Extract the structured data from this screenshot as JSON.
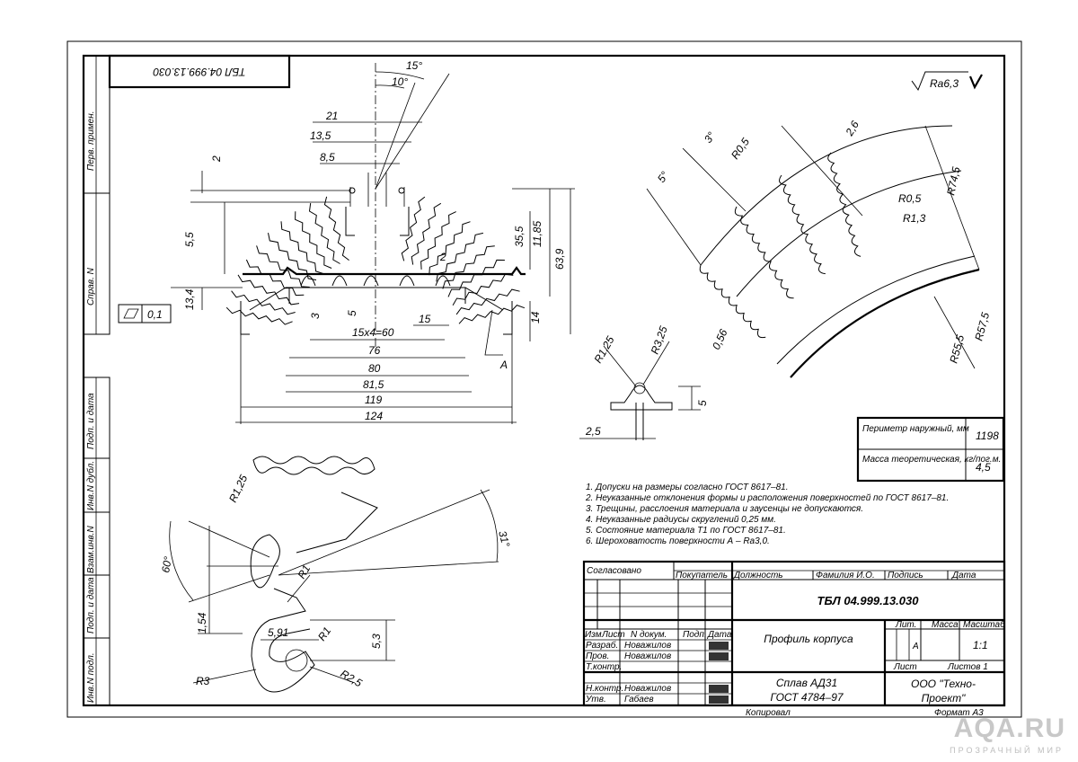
{
  "drawing_number_top": "ТБЛ 04.999.13.030",
  "roughness_symbol": "Ra6,3",
  "left_strip": {
    "top_labels": [
      "Перв. примен.",
      "Справ. N"
    ],
    "bottom_labels": [
      "Подп. и дата",
      "Инв.N дубл.",
      "Взам.инв.N",
      "Подп. и дата",
      "Инв.N подл."
    ]
  },
  "flatness_tolerance": "0,1",
  "main_view_dims": {
    "top_angles": [
      "15°",
      "10°"
    ],
    "top_widths": [
      "21",
      "13,5",
      "8,5"
    ],
    "left_heights": [
      "2",
      "5,5",
      "13,4",
      "3",
      "5"
    ],
    "right_heights": [
      "35,5",
      "11,85",
      "63,9",
      "2",
      "14"
    ],
    "inner": [
      "15",
      "15x4=60"
    ],
    "bottom_widths": [
      "76",
      "80",
      "81,5",
      "119",
      "124"
    ],
    "leader_a": "A"
  },
  "fin_detail_dims": [
    "5°",
    "3°",
    "R0,5",
    "2,6",
    "R74,5",
    "R0,5",
    "R1,3",
    "0,56",
    "R57,5",
    "R55,5"
  ],
  "slot_detail_dims": [
    "R1,25",
    "R3,25",
    "5",
    "2,5"
  ],
  "mass_table": {
    "rows": [
      {
        "label": "Периметр наружный, мм",
        "value": "1198"
      },
      {
        "label": "Масса теоретическая, кг/пог.м.",
        "value": "4,5"
      }
    ]
  },
  "notes": [
    "1. Допуски на размеры согласно ГОСТ 8617–81.",
    "2. Неуказанные отклонения формы и расположения поверхностей по ГОСТ 8617–81.",
    "3. Трещины, расслоения материала и заусенцы не допускаются.",
    "4. Неуказанные радиусы скруглений 0,25 мм.",
    "5. Состояние материала Т1 по ГОСТ 8617–81.",
    "6. Шероховатость поверхности А – Ra3,0."
  ],
  "enlarged_detail_dims": [
    "R1,25",
    "31°",
    "60°",
    "R1",
    "1,54",
    "5,91",
    "R1",
    "5,3",
    "R3",
    "R2,5"
  ],
  "title_block": {
    "agreed": "Согласовано",
    "top_header": [
      "Покупатель",
      "Должность",
      "Фамилия И.О.",
      "Подпись",
      "Дата"
    ],
    "designation": "ТБЛ 04.999.13.030",
    "name": "Профиль корпуса",
    "material_line1": "Сплав АД31",
    "material_line2": "ГОСТ 4784–97",
    "company_line1": "ООО \"Техно-",
    "company_line2": "Проект\"",
    "col_headers": [
      "Изм",
      "Лист",
      "N докум.",
      "Подп.",
      "Дата"
    ],
    "roles": [
      {
        "role": "Разраб.",
        "name": "Новажилов"
      },
      {
        "role": "Пров.",
        "name": "Новажилов"
      },
      {
        "role": "Т.контр.",
        "name": ""
      },
      {
        "role": "Н.контр.",
        "name": "Новажилов"
      },
      {
        "role": "Утв.",
        "name": "Габаев"
      }
    ],
    "lit": "Лит.",
    "mass": "Масса",
    "scale": "Масштаб",
    "lit_value": "А",
    "scale_value": "1:1",
    "sheet": "Лист",
    "sheets": "Листов 1",
    "copied": "Копировал",
    "format": "Формат А3"
  },
  "watermark": "AQA.RU",
  "watermark_sub": "ПРОЗРАЧНЫЙ МИР"
}
